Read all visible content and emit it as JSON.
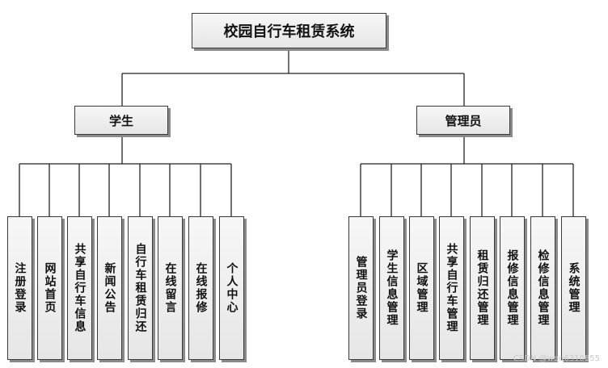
{
  "diagram": {
    "title": "校园自行车租赁系统",
    "branches": [
      {
        "label": "学生",
        "items": [
          "注册登录",
          "网站首页",
          "共享自行车信息",
          "新闻公告",
          "自行车租赁归还",
          "在线留言",
          "在线报修",
          "个人中心"
        ]
      },
      {
        "label": "管理员",
        "items": [
          "管理员登录",
          "学生信息管理",
          "区域管理",
          "共享自行车管理",
          "租赁归还管理",
          "报修信息管理",
          "检修信息管理",
          "系统管理"
        ]
      }
    ]
  },
  "watermark": "CSDN @wqq6310855",
  "colors": {
    "line": "#222222",
    "box_border": "#3a3a3a",
    "shadow": "#8a8a8a"
  }
}
